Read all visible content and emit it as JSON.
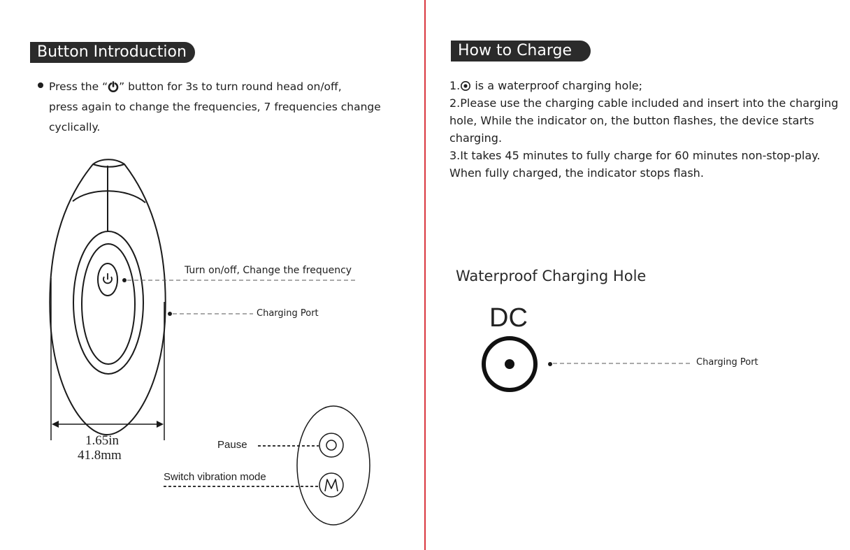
{
  "left_panel": {
    "heading": "Button Introduction",
    "bullet_parts": {
      "pre": "Press  the “",
      "post": "”  button  for 3s to turn round head on/off,",
      "line2": "press again to change the frequencies, 7 frequencies change",
      "line3": "cyclically."
    },
    "callouts": {
      "power_button": "Turn on/off, Change the frequency",
      "charging_port": "Charging Port"
    },
    "dimension": {
      "inches": "1.65in",
      "mm": "41.8mm"
    },
    "remote": {
      "pause": "Pause",
      "switch_mode": "Switch vibration mode"
    }
  },
  "right_panel": {
    "heading": "How to Charge",
    "step1_post": " is a waterproof charging hole;",
    "step1_pre": "1.",
    "step2": "2.Please use the charging cable included and insert into the charging hole, While the indicator on, the button flashes, the device starts charging.",
    "step3": "3.It takes 45 minutes to fully charge for 60 minutes non-stop-play. When fully charged, the indicator stops flash.",
    "waterproof_title": "Waterproof Charging Hole",
    "dc_label": "DC",
    "charging_port": "Charging Port"
  },
  "icons": {
    "power": "power-icon",
    "charging_hole": "charging-hole-icon",
    "pause": "pause-circle-icon",
    "mode": "mode-m-icon"
  },
  "colors": {
    "divider": "#d9363e",
    "heading_bg": "#2b2b2b",
    "heading_text": "#ffffff"
  }
}
